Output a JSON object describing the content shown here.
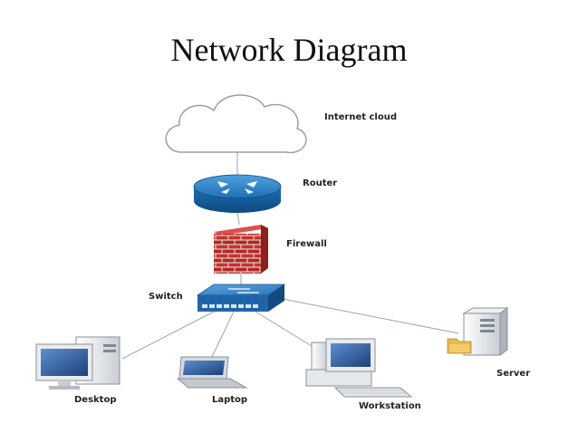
{
  "title": "Network Diagram",
  "nodes": {
    "internet_cloud": "Internet cloud",
    "router": "Router",
    "firewall": "Firewall",
    "switch": "Switch",
    "desktop": "Desktop",
    "laptop": "Laptop",
    "workstation": "Workstation",
    "server": "Server"
  },
  "colors": {
    "router_blue": "#1e6fb3",
    "switch_blue": "#1f64a8",
    "firewall_red": "#c9302c",
    "link_line": "#9aa5b1"
  }
}
